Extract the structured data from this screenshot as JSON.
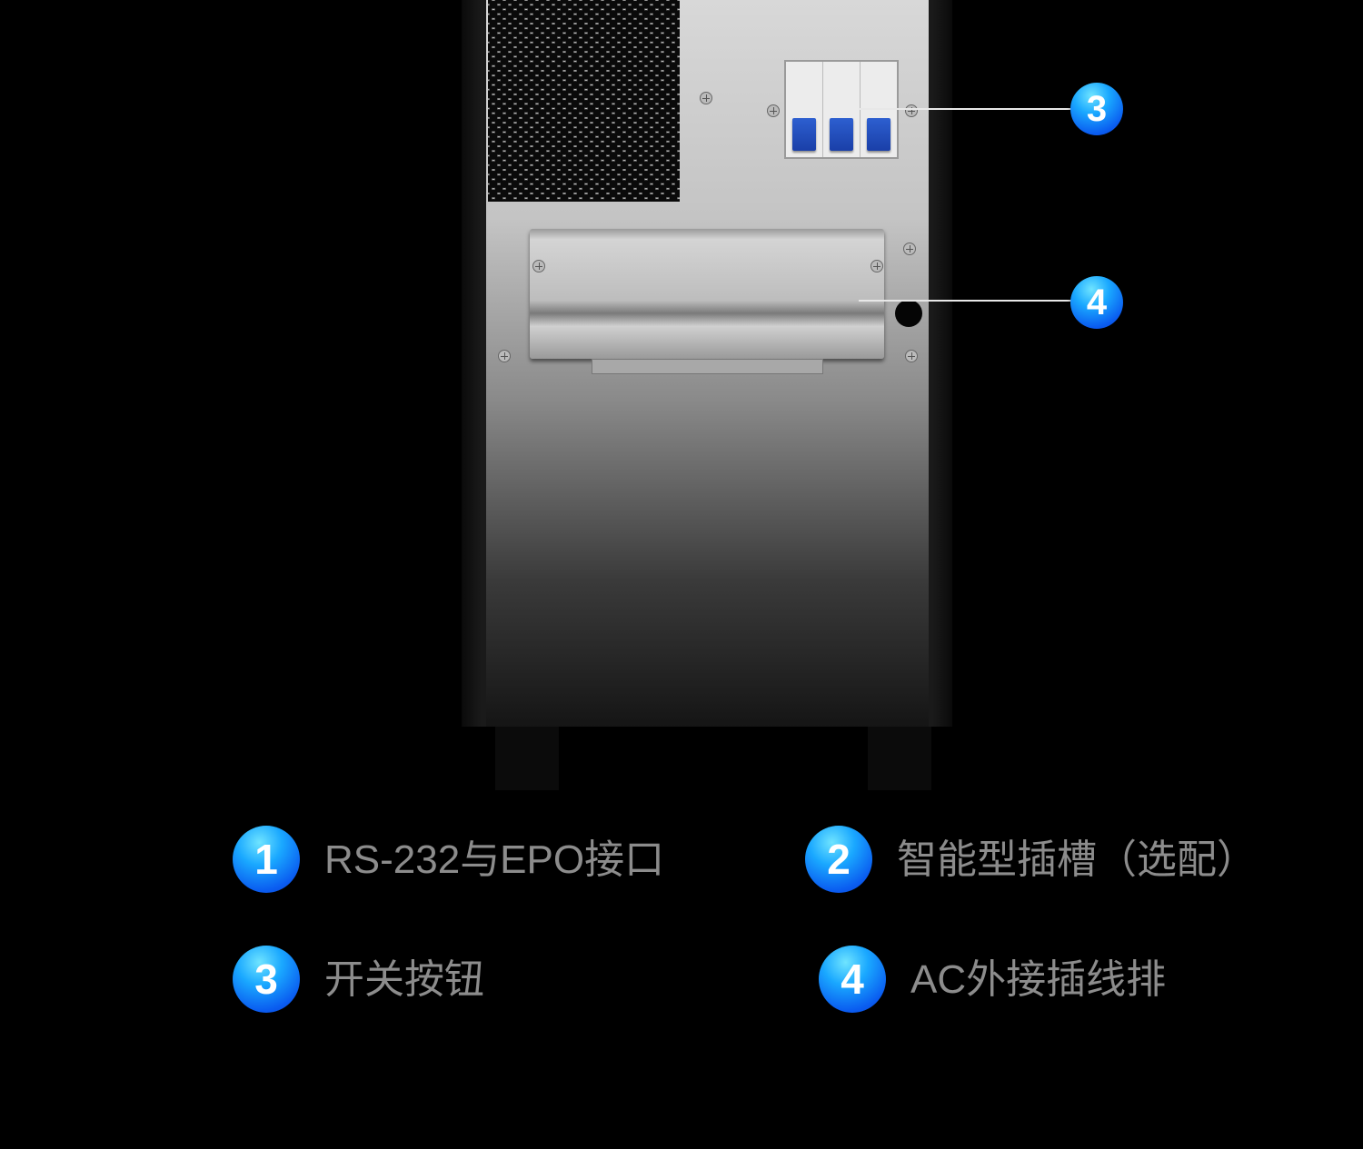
{
  "callouts": [
    {
      "number": "3"
    },
    {
      "number": "4"
    }
  ],
  "legend": [
    {
      "number": "1",
      "label": "RS-232与EPO接口"
    },
    {
      "number": "2",
      "label": "智能型插槽（选配）"
    },
    {
      "number": "3",
      "label": "开关按钮"
    },
    {
      "number": "4",
      "label": "AC外接插线排"
    }
  ],
  "colors": {
    "badge": "#0a5cf0",
    "label": "#8c8c8c",
    "background": "#000000"
  }
}
